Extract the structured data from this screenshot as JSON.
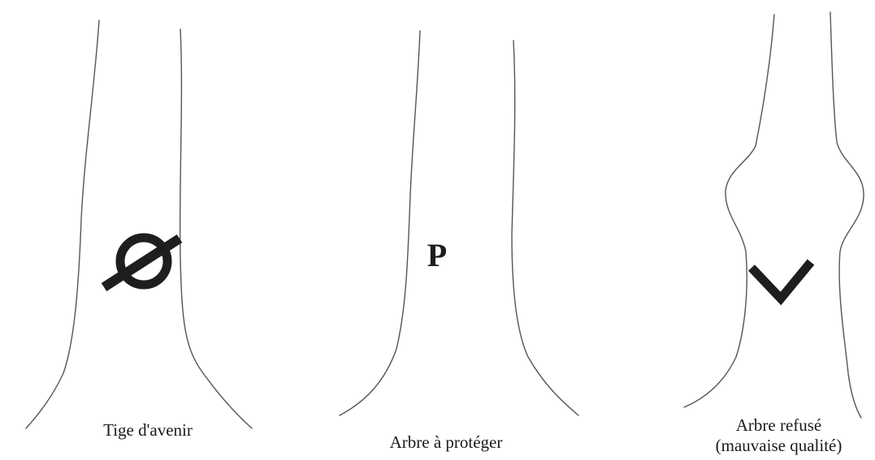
{
  "panels": [
    {
      "id": "future-stem",
      "mark_text": "",
      "caption_lines": [
        "Tige d'avenir"
      ]
    },
    {
      "id": "protect",
      "mark_text": "P",
      "caption_lines": [
        "Arbre à protéger"
      ]
    },
    {
      "id": "refused",
      "mark_text": "",
      "caption_lines": [
        "Arbre refusé",
        "(mauvaise qualité)"
      ]
    }
  ],
  "colors": {
    "stroke": "#555555",
    "mark": "#1e1e1e",
    "background": "#ffffff"
  },
  "icons": [
    "crossed-circle-mark",
    "letter-p-mark",
    "v-chevron-mark"
  ]
}
